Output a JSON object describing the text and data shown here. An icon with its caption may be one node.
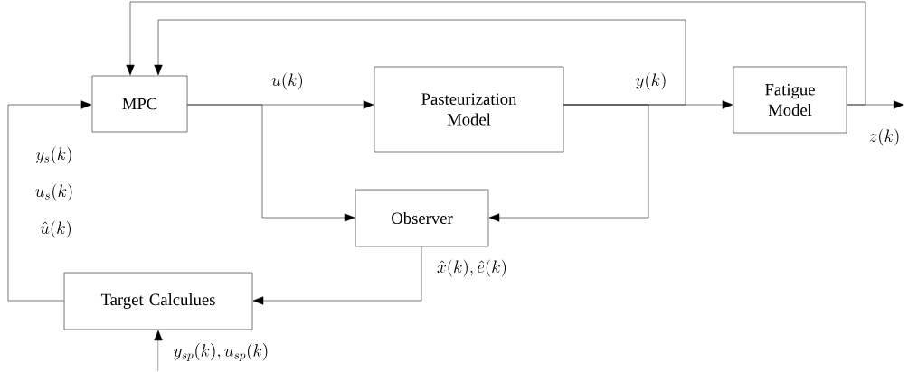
{
  "diagram": {
    "nodes": [
      {
        "text": [
          "MPC"
        ]
      },
      {
        "text": [
          "Pasteurization Model"
        ]
      },
      {
        "text": [
          "Fatigue Model"
        ]
      },
      {
        "text": [
          "Observer"
        ]
      },
      {
        "text": [
          "Target Calculues"
        ]
      }
    ],
    "edges": [
      {
        "from": 0,
        "to": 1,
        "arrow": "to",
        "label": "u(k)"
      },
      {
        "from": 0,
        "to": 3,
        "arrow": "to"
      },
      {
        "from": 1,
        "to": 2,
        "arrow": "to",
        "label": "y(k)"
      },
      {
        "from": 1,
        "to": 3,
        "arrow": "to"
      },
      {
        "from": 1,
        "to": 0,
        "arrow": "to"
      },
      {
        "from": 2,
        "to": null,
        "arrow": "to",
        "label": "z(k)"
      },
      {
        "from": 2,
        "to": 0,
        "arrow": "to"
      },
      {
        "from": 3,
        "to": 4,
        "arrow": "to",
        "label": "\\hat{x}(k), \\hat{e}(k)"
      },
      {
        "from": 4,
        "to": 0,
        "arrow": "to"
      },
      {
        "from": null,
        "to": 4,
        "arrow": "to",
        "label": "y_{sp}(k), u_{sp}(k)"
      }
    ],
    "labels": [
      "y_s(k)",
      "u_s(k)",
      "\\hat{u}(k)"
    ]
  }
}
